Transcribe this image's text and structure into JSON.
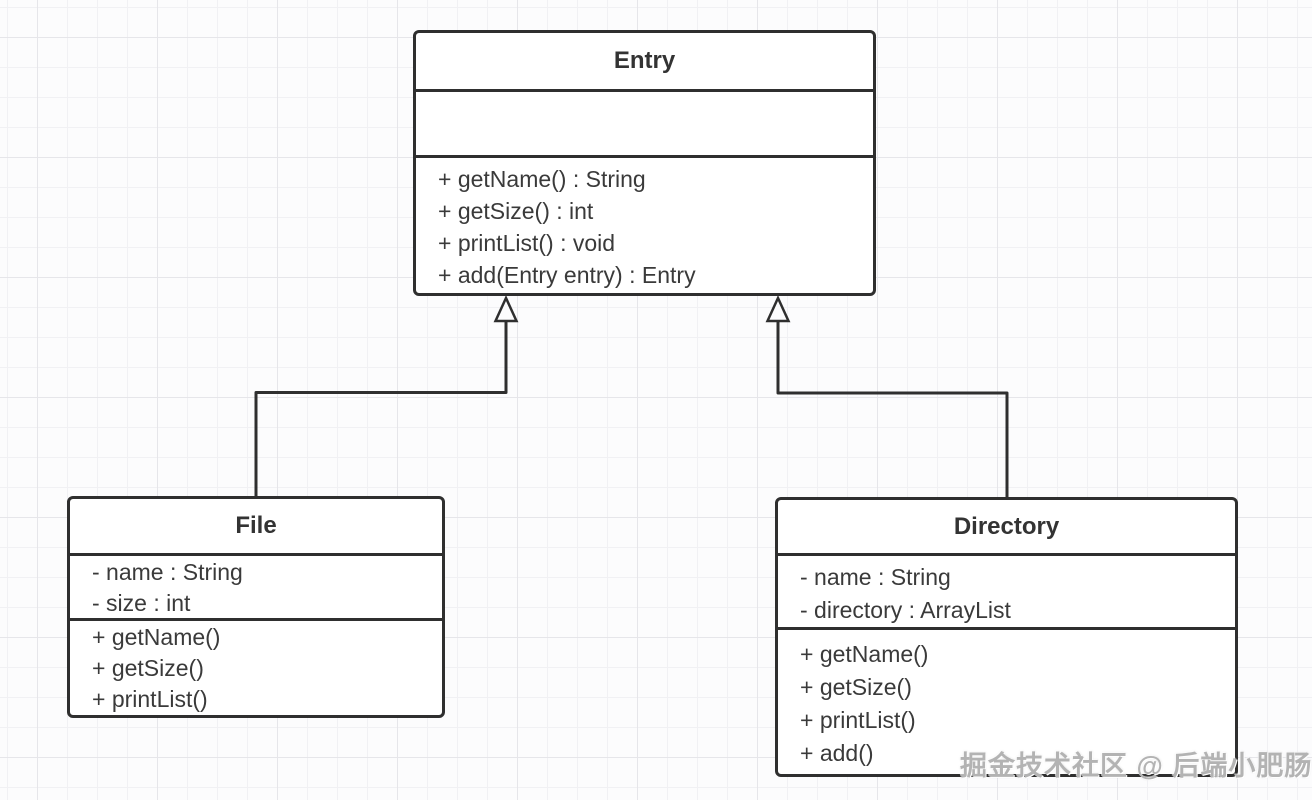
{
  "diagram": {
    "type": "uml-class-diagram",
    "entry": {
      "name": "Entry",
      "fields": [],
      "methods": [
        "+ getName() : String",
        "+ getSize() : int",
        "+ printList() : void",
        "+ add(Entry entry) : Entry"
      ]
    },
    "file": {
      "name": "File",
      "fields": [
        "- name : String",
        "- size : int"
      ],
      "methods": [
        "+ getName()",
        "+ getSize()",
        "+ printList()"
      ]
    },
    "directory": {
      "name": "Directory",
      "fields": [
        "- name : String",
        "- directory : ArrayList"
      ],
      "methods": [
        "+ getName()",
        "+ getSize()",
        "+ printList()",
        "+ add()"
      ]
    },
    "relationships": [
      {
        "from": "File",
        "to": "Entry",
        "type": "generalization"
      },
      {
        "from": "Directory",
        "to": "Entry",
        "type": "generalization"
      }
    ],
    "watermark": "掘金技术社区 @ 后端小肥肠",
    "colors": {
      "stroke": "#2f2f2f",
      "text": "#3a3a3a",
      "box_fill": "#ffffff",
      "background": "#fcfcfd",
      "grid_minor": "#f1f1f4",
      "grid_major": "#e6e6ea",
      "watermark": "#b3b3b3"
    }
  }
}
